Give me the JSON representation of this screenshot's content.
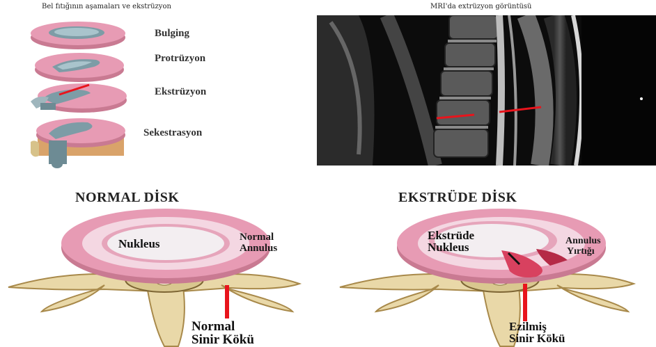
{
  "top_left_caption": "Bel fıtığının aşamaları ve ekstrüzyon",
  "top_right_caption": "MRI'da extrüzyon görüntüsü",
  "stages": [
    {
      "label": "Bulging"
    },
    {
      "label": "Protrüzyon"
    },
    {
      "label": "Ekstrüzyon"
    },
    {
      "label": "Sekestrasyon"
    }
  ],
  "normal_disk": {
    "title": "NORMAL DİSK",
    "nucleus_label": "Nukleus",
    "annulus_label_line1": "Normal",
    "annulus_label_line2": "Annulus",
    "root_label_line1": "Normal",
    "root_label_line2": "Sinir Kökü"
  },
  "extruded_disk": {
    "title": "EKSTRÜDE DİSK",
    "nucleus_label_line1": "Ekstrüde",
    "nucleus_label_line2": "Nukleus",
    "tear_label_line1": "Annulus",
    "tear_label_line2": "Yırtığı",
    "root_label_line1": "Ezilmiş",
    "root_label_line2": "Sinir Kökü"
  },
  "colors": {
    "disk_outer": "#e79bb4",
    "disk_inner": "#f4d7e2",
    "nucleus": "#f3eef1",
    "bone": "#e9d8a8",
    "bone_dark": "#a8894a",
    "marker_red": "#e8141c",
    "mri_bg": "#0c0c0c"
  }
}
